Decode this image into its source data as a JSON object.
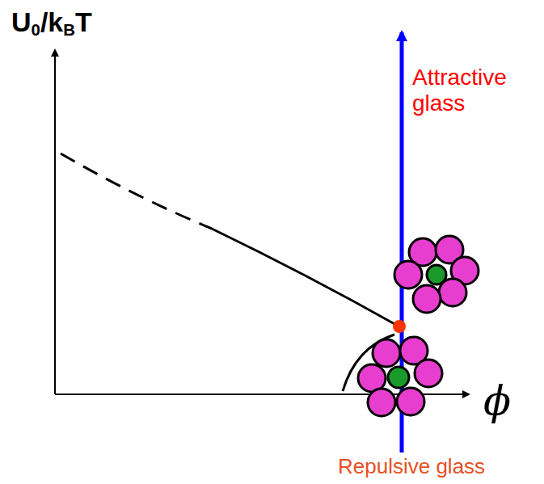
{
  "diagram": {
    "labels": [
      "U0/kBT",
      "Attractive glass",
      "ϕ",
      "Repulsive glass"
    ]
  }
}
